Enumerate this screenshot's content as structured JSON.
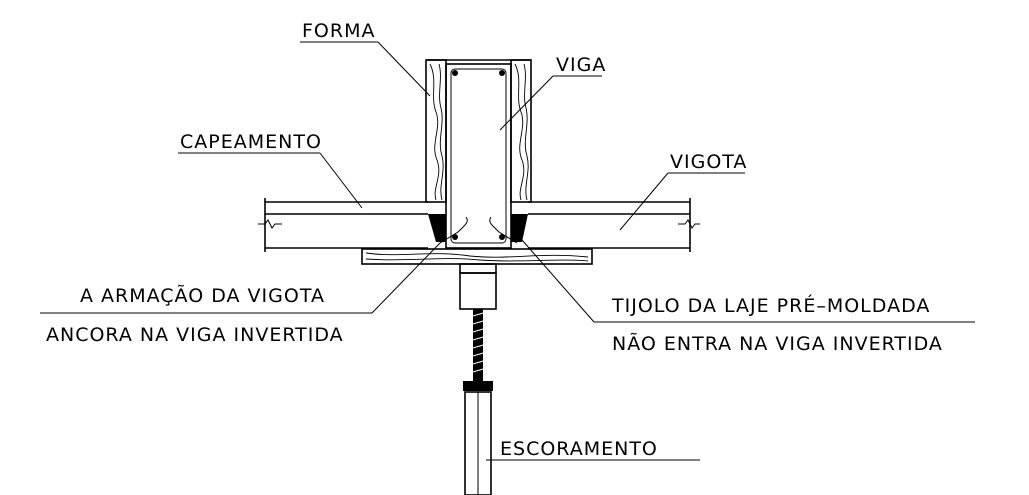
{
  "labels": {
    "forma": "FORMA",
    "viga": "VIGA",
    "capeamento": "CAPEAMENTO",
    "vigota": "VIGOTA",
    "armacao_line1": "A ARMAÇÃO DA VIGOTA",
    "armacao_line2": "ANCORA NA VIGA INVERTIDA",
    "tijolo_line1": "TIJOLO DA LAJE PRÉ–MOLDADA",
    "tijolo_line2": "NÃO ENTRA NA VIGA INVERTIDA",
    "escoramento": "ESCORAMENTO"
  }
}
